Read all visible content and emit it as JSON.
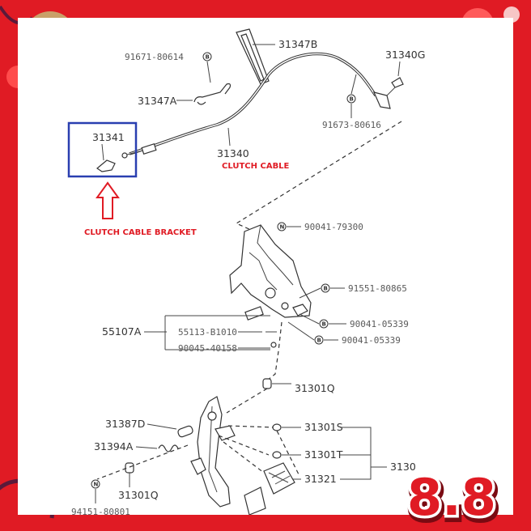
{
  "parts": {
    "top_partial": "91673-80616",
    "p31347B": "31347B",
    "p31340G": "31340G",
    "p91671": "91671-80614",
    "p31347A": "31347A",
    "p91673": "91673-80616",
    "p31341": "31341",
    "p31340": "31340",
    "p90041_79300": "90041-79300",
    "p91551": "91551-80865",
    "p55107A": "55107A",
    "p55113": "55113-B1010",
    "p90041_05339_a": "90041-05339",
    "p90041_05339_b": "90041-05339",
    "p90045": "90045-40158",
    "p31301Q_top": "31301Q",
    "p31387D": "31387D",
    "p31301S": "31301S",
    "p31394A": "31394A",
    "p31301T": "31301T",
    "p31301_partial": "3130",
    "p31321": "31321",
    "p31301Q_bottom": "31301Q",
    "p94151": "94151-80801"
  },
  "badges": {
    "B": "B",
    "N": "N"
  },
  "captions": {
    "clutch_cable": "CLUTCH CABLE",
    "clutch_cable_bracket": "CLUTCH CABLE BRACKET"
  },
  "promo": {
    "text": "8.8"
  },
  "colors": {
    "frame": "#e01b24",
    "highlight_box": "#2a3fb0",
    "caption": "#e01b24",
    "gold": "#c9a06a"
  }
}
